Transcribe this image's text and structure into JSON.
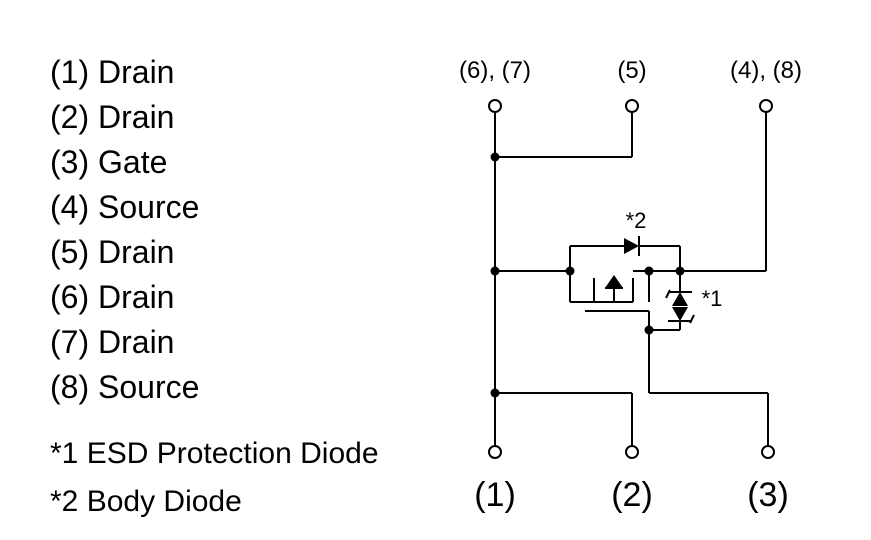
{
  "pin_list": [
    "(1) Drain",
    "(2) Drain",
    "(3) Gate",
    "(4) Source",
    "(5) Drain",
    "(6) Drain",
    "(7) Drain",
    "(8) Source"
  ],
  "notes": [
    "*1 ESD Protection Diode",
    "*2 Body Diode"
  ],
  "schematic": {
    "top_labels": [
      "(6), (7)",
      "(5)",
      "(4), (8)"
    ],
    "bottom_labels": [
      "(1)",
      "(2)",
      "(3)"
    ],
    "body_diode_mark": "*2",
    "esd_diode_mark": "*1"
  }
}
